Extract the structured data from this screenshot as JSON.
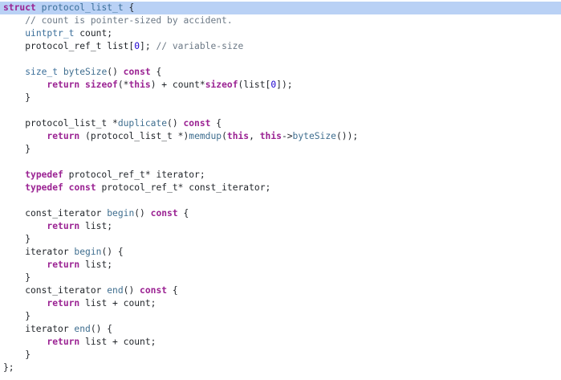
{
  "code": {
    "lines": [
      [
        {
          "t": "struct",
          "c": "kw"
        },
        {
          "t": " ",
          "c": "pl"
        },
        {
          "t": "protocol_list_t",
          "c": "ty"
        },
        {
          "t": " {",
          "c": "pl"
        }
      ],
      [
        {
          "t": "    // count is pointer-sized by accident.",
          "c": "cm"
        }
      ],
      [
        {
          "t": "    ",
          "c": "pl"
        },
        {
          "t": "uintptr_t",
          "c": "ty"
        },
        {
          "t": " count;",
          "c": "pl"
        }
      ],
      [
        {
          "t": "    protocol_ref_t list[",
          "c": "pl"
        },
        {
          "t": "0",
          "c": "nm"
        },
        {
          "t": "]; ",
          "c": "pl"
        },
        {
          "t": "// variable-size",
          "c": "cm"
        }
      ],
      [],
      [
        {
          "t": "    ",
          "c": "pl"
        },
        {
          "t": "size_t",
          "c": "ty"
        },
        {
          "t": " ",
          "c": "pl"
        },
        {
          "t": "byteSize",
          "c": "fn"
        },
        {
          "t": "() ",
          "c": "pl"
        },
        {
          "t": "const",
          "c": "kw"
        },
        {
          "t": " {",
          "c": "pl"
        }
      ],
      [
        {
          "t": "        ",
          "c": "pl"
        },
        {
          "t": "return",
          "c": "kw"
        },
        {
          "t": " ",
          "c": "pl"
        },
        {
          "t": "sizeof",
          "c": "kw"
        },
        {
          "t": "(*",
          "c": "pl"
        },
        {
          "t": "this",
          "c": "kw"
        },
        {
          "t": ") + count*",
          "c": "pl"
        },
        {
          "t": "sizeof",
          "c": "kw"
        },
        {
          "t": "(list[",
          "c": "pl"
        },
        {
          "t": "0",
          "c": "nm"
        },
        {
          "t": "]);",
          "c": "pl"
        }
      ],
      [
        {
          "t": "    }",
          "c": "pl"
        }
      ],
      [],
      [
        {
          "t": "    protocol_list_t *",
          "c": "pl"
        },
        {
          "t": "duplicate",
          "c": "fn"
        },
        {
          "t": "() ",
          "c": "pl"
        },
        {
          "t": "const",
          "c": "kw"
        },
        {
          "t": " {",
          "c": "pl"
        }
      ],
      [
        {
          "t": "        ",
          "c": "pl"
        },
        {
          "t": "return",
          "c": "kw"
        },
        {
          "t": " (protocol_list_t *)",
          "c": "pl"
        },
        {
          "t": "memdup",
          "c": "fn"
        },
        {
          "t": "(",
          "c": "pl"
        },
        {
          "t": "this",
          "c": "kw"
        },
        {
          "t": ", ",
          "c": "pl"
        },
        {
          "t": "this",
          "c": "kw"
        },
        {
          "t": "->",
          "c": "pl"
        },
        {
          "t": "byteSize",
          "c": "fn"
        },
        {
          "t": "());",
          "c": "pl"
        }
      ],
      [
        {
          "t": "    }",
          "c": "pl"
        }
      ],
      [],
      [
        {
          "t": "    ",
          "c": "pl"
        },
        {
          "t": "typedef",
          "c": "kw"
        },
        {
          "t": " protocol_ref_t* iterator;",
          "c": "pl"
        }
      ],
      [
        {
          "t": "    ",
          "c": "pl"
        },
        {
          "t": "typedef",
          "c": "kw"
        },
        {
          "t": " ",
          "c": "pl"
        },
        {
          "t": "const",
          "c": "kw"
        },
        {
          "t": " protocol_ref_t* const_iterator;",
          "c": "pl"
        }
      ],
      [],
      [
        {
          "t": "    const_iterator ",
          "c": "pl"
        },
        {
          "t": "begin",
          "c": "fn"
        },
        {
          "t": "() ",
          "c": "pl"
        },
        {
          "t": "const",
          "c": "kw"
        },
        {
          "t": " {",
          "c": "pl"
        }
      ],
      [
        {
          "t": "        ",
          "c": "pl"
        },
        {
          "t": "return",
          "c": "kw"
        },
        {
          "t": " list;",
          "c": "pl"
        }
      ],
      [
        {
          "t": "    }",
          "c": "pl"
        }
      ],
      [
        {
          "t": "    iterator ",
          "c": "pl"
        },
        {
          "t": "begin",
          "c": "fn"
        },
        {
          "t": "() {",
          "c": "pl"
        }
      ],
      [
        {
          "t": "        ",
          "c": "pl"
        },
        {
          "t": "return",
          "c": "kw"
        },
        {
          "t": " list;",
          "c": "pl"
        }
      ],
      [
        {
          "t": "    }",
          "c": "pl"
        }
      ],
      [
        {
          "t": "    const_iterator ",
          "c": "pl"
        },
        {
          "t": "end",
          "c": "fn"
        },
        {
          "t": "() ",
          "c": "pl"
        },
        {
          "t": "const",
          "c": "kw"
        },
        {
          "t": " {",
          "c": "pl"
        }
      ],
      [
        {
          "t": "        ",
          "c": "pl"
        },
        {
          "t": "return",
          "c": "kw"
        },
        {
          "t": " list + count;",
          "c": "pl"
        }
      ],
      [
        {
          "t": "    }",
          "c": "pl"
        }
      ],
      [
        {
          "t": "    iterator ",
          "c": "pl"
        },
        {
          "t": "end",
          "c": "fn"
        },
        {
          "t": "() {",
          "c": "pl"
        }
      ],
      [
        {
          "t": "        ",
          "c": "pl"
        },
        {
          "t": "return",
          "c": "kw"
        },
        {
          "t": " list + count;",
          "c": "pl"
        }
      ],
      [
        {
          "t": "    }",
          "c": "pl"
        }
      ],
      [
        {
          "t": "};",
          "c": "pl"
        }
      ]
    ],
    "highlighted_line": 0
  }
}
